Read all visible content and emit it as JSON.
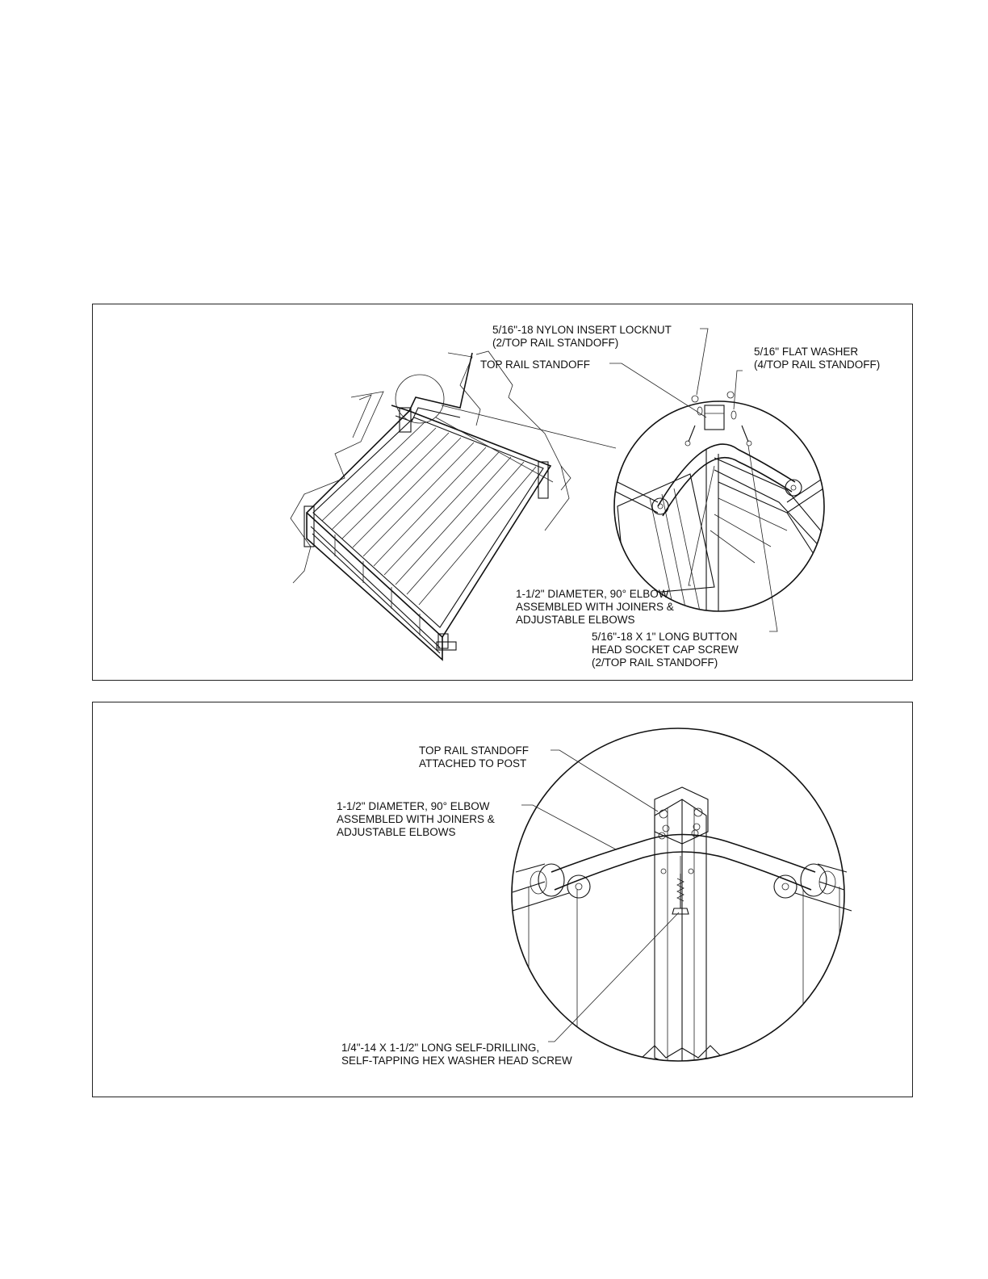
{
  "panel1": {
    "callouts": {
      "locknut": [
        "5/16\"-18 NYLON INSERT LOCKNUT",
        "(2/TOP RAIL STANDOFF)"
      ],
      "washer": [
        "5/16\" FLAT WASHER",
        "(4/TOP RAIL STANDOFF)"
      ],
      "standoff": [
        "TOP RAIL STANDOFF"
      ],
      "elbow": [
        "1-1/2\" DIAMETER, 90° ELBOW",
        "ASSEMBLED WITH JOINERS &",
        "ADJUSTABLE ELBOWS"
      ],
      "screw": [
        "5/16\"-18 X 1\" LONG BUTTON",
        "HEAD SOCKET CAP SCREW",
        "(2/TOP RAIL STANDOFF)"
      ]
    }
  },
  "panel2": {
    "callouts": {
      "standoff": [
        "TOP RAIL STANDOFF",
        "ATTACHED TO POST"
      ],
      "elbow": [
        "1-1/2\" DIAMETER, 90° ELBOW",
        "ASSEMBLED WITH JOINERS &",
        "ADJUSTABLE ELBOWS"
      ],
      "screw": [
        "1/4\"-14 X 1-1/2\" LONG SELF-DRILLING,",
        "SELF-TAPPING HEX WASHER HEAD SCREW"
      ]
    }
  }
}
